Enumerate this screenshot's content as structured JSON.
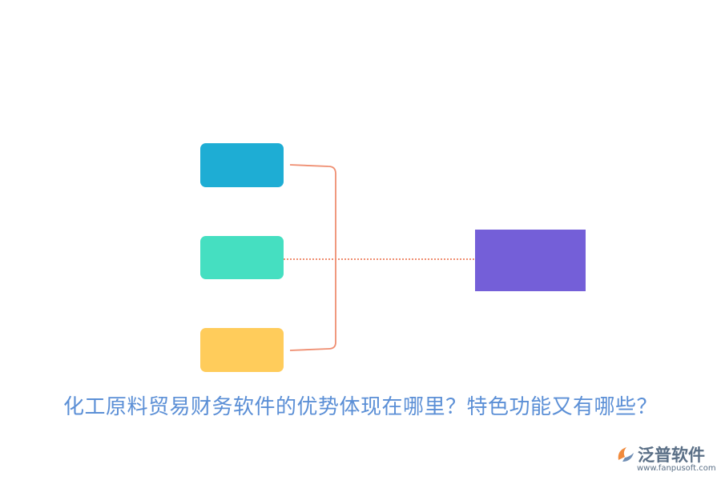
{
  "caption": "化工原料贸易财务软件的优势体现在哪里？特色功能又有哪些？",
  "nodes": [
    {
      "id": "blue",
      "label": "",
      "color": "#1eadd4"
    },
    {
      "id": "teal",
      "label": "",
      "color": "#45dfc1"
    },
    {
      "id": "yellow",
      "label": "",
      "color": "#ffcc5b"
    }
  ],
  "target_node": {
    "label": "",
    "color": "#745fd8"
  },
  "connector_color": "#ef8e71",
  "logo": {
    "name": "泛普软件",
    "url": "www.fanpusoft.com",
    "accent_colors": [
      "#f08a3c",
      "#6f8eb5"
    ]
  }
}
